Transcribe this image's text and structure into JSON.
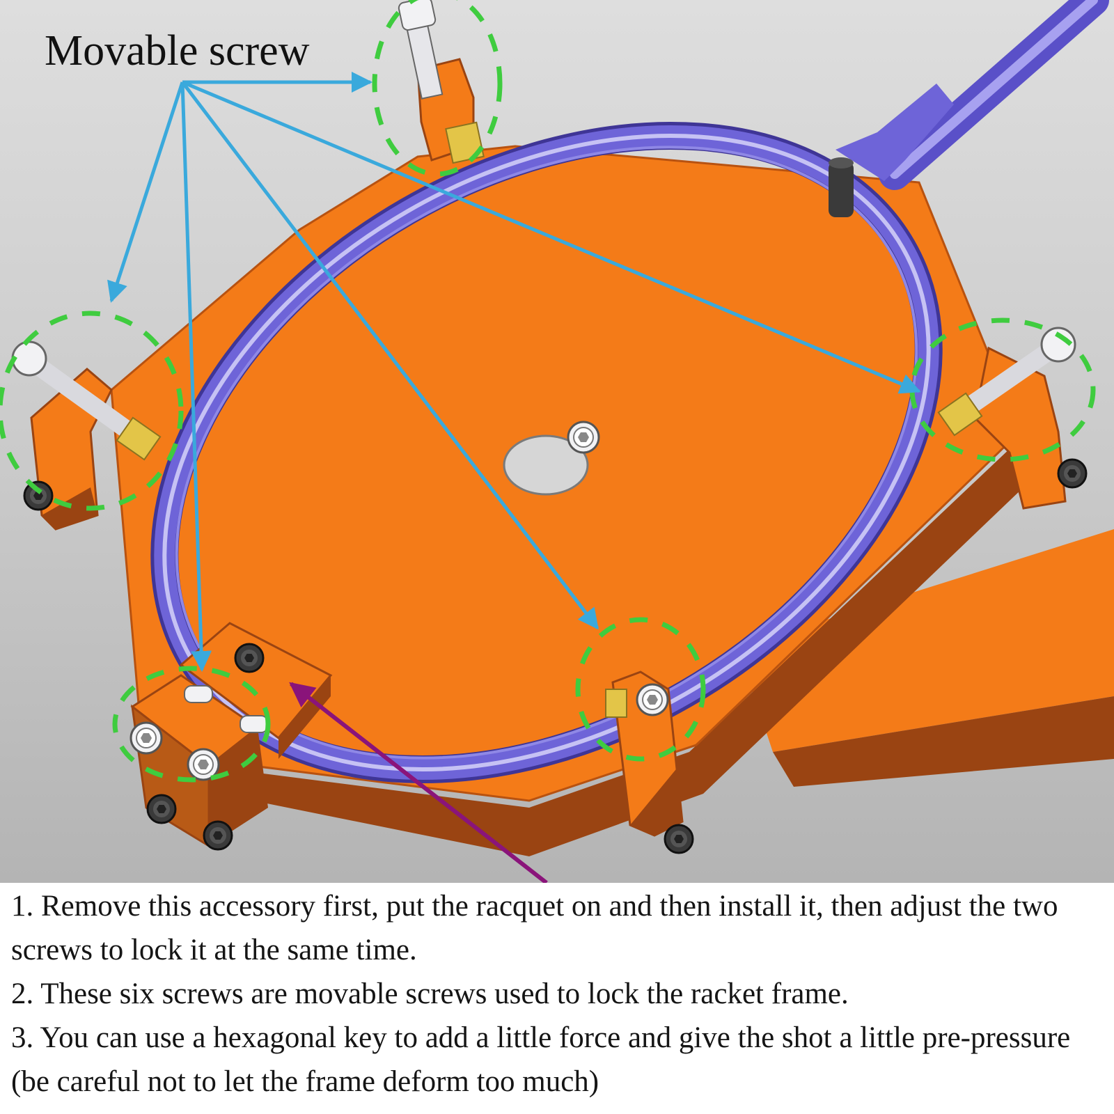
{
  "callout": {
    "label": "Movable screw"
  },
  "notes": [
    "1. Remove this accessory first, put the racquet on and then install it, then adjust the two screws to lock it at the same time.",
    "2. These six screws are movable screws used to lock the racket frame.",
    "3. You can use a hexagonal key to add a little force and give the shot a little pre-pressure (be careful not to let the frame deform too much)"
  ],
  "colors": {
    "base_plate": "#f47b18",
    "base_shadow": "#9a4412",
    "frame": "#6e64d8",
    "frame_highlight": "#c6c2f4",
    "callout_arrow": "#3aa9dc",
    "highlight_circle": "#3fcc3f",
    "accessory_arrow": "#8a147a",
    "screw_brass": "#e3c548",
    "screw_steel": "#e6e6ea",
    "screw_dark": "#333333"
  },
  "icons": {
    "screw": "hex-socket-screw-icon",
    "bolt": "hex-bolt-icon"
  }
}
